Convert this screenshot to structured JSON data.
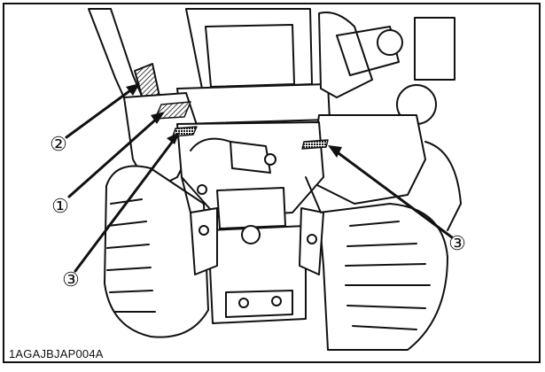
{
  "figure": {
    "caption": "1AGAJBJAP004A",
    "callouts": [
      {
        "id": "callout-2",
        "label": "②"
      },
      {
        "id": "callout-1",
        "label": "①"
      },
      {
        "id": "callout-3-left",
        "label": "③"
      },
      {
        "id": "callout-3-right",
        "label": "③"
      }
    ]
  },
  "colors": {
    "line": "#111111",
    "paper": "#ffffff",
    "shade": "#bdbdbd"
  }
}
